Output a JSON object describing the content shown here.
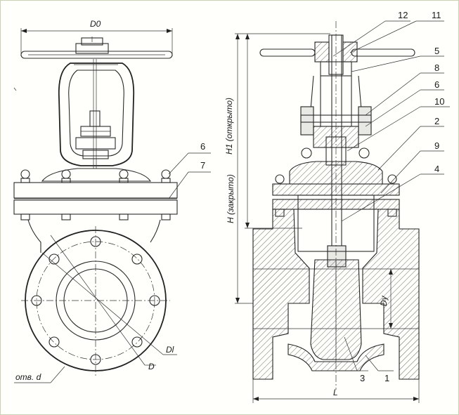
{
  "dimensions": {
    "d0": "D0",
    "h1": "H1 (открыто)",
    "h": "H (закрыто)",
    "dy": "Dy",
    "l": "L",
    "d1": "Dl",
    "d": "D",
    "holes": "отв. d"
  },
  "callouts_front": [
    "6",
    "7"
  ],
  "callouts_section": [
    "12",
    "11",
    "5",
    "8",
    "6",
    "10",
    "2",
    "9",
    "4",
    "3",
    "1"
  ]
}
